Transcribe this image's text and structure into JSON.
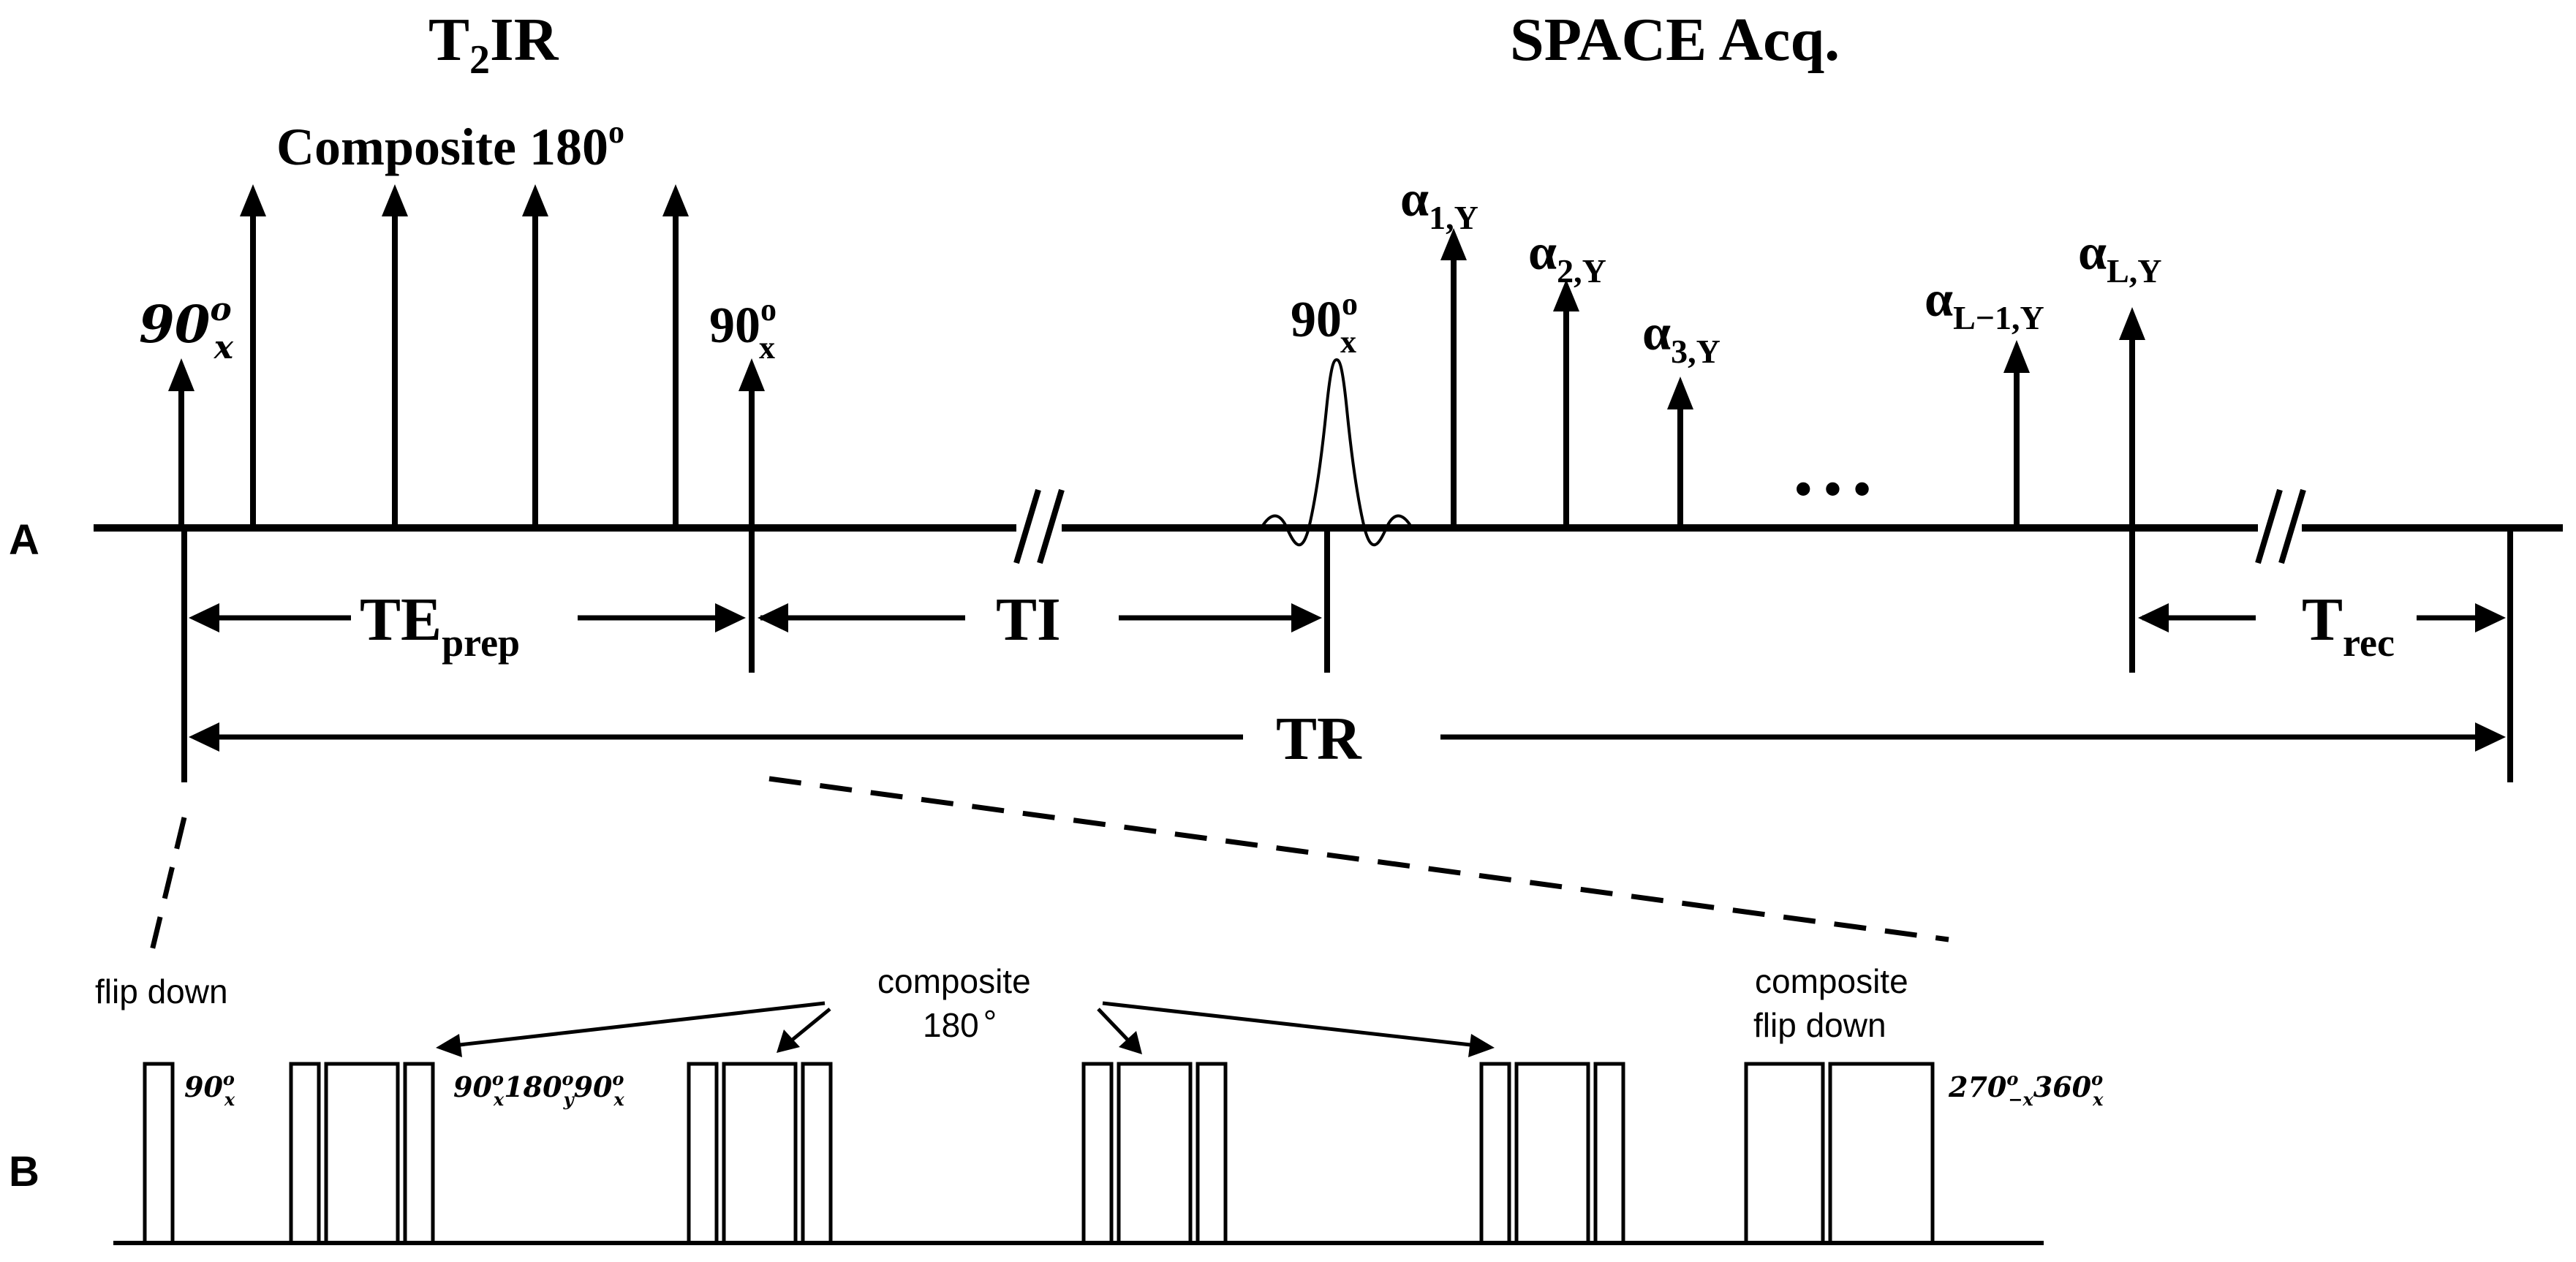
{
  "panels": {
    "a": "A",
    "b": "B"
  },
  "headers": {
    "t2ir_base": "T",
    "t2ir_sub": "2",
    "t2ir_rest": "IR",
    "space": "SPACE Acq."
  },
  "panel_a": {
    "composite_label": "Composite 180",
    "composite_sup": "o",
    "ninety": "90",
    "deg": "o",
    "sub_x_italic": "x",
    "sub_x": "x",
    "alpha": "α",
    "alpha_subs": [
      "1,Y",
      "2,Y",
      "3,Y",
      "L−1,Y",
      "L,Y"
    ],
    "dots": "• • •",
    "te_prep_base": "TE",
    "te_prep_sub": "prep",
    "ti": "TI",
    "trec_base": "T",
    "trec_sub": "rec",
    "tr": "TR"
  },
  "panel_b": {
    "flip_down": "flip down",
    "composite_line1": "composite",
    "composite_line2": "180",
    "composite_deg": "°",
    "composite_flip_line1": "composite",
    "composite_flip_line2": "flip down",
    "p90": "90",
    "p180": "180",
    "p270": "270",
    "p360": "360",
    "deg": "o",
    "sub_x": "x",
    "sub_y": "y",
    "sub_minus_x": "−x"
  }
}
